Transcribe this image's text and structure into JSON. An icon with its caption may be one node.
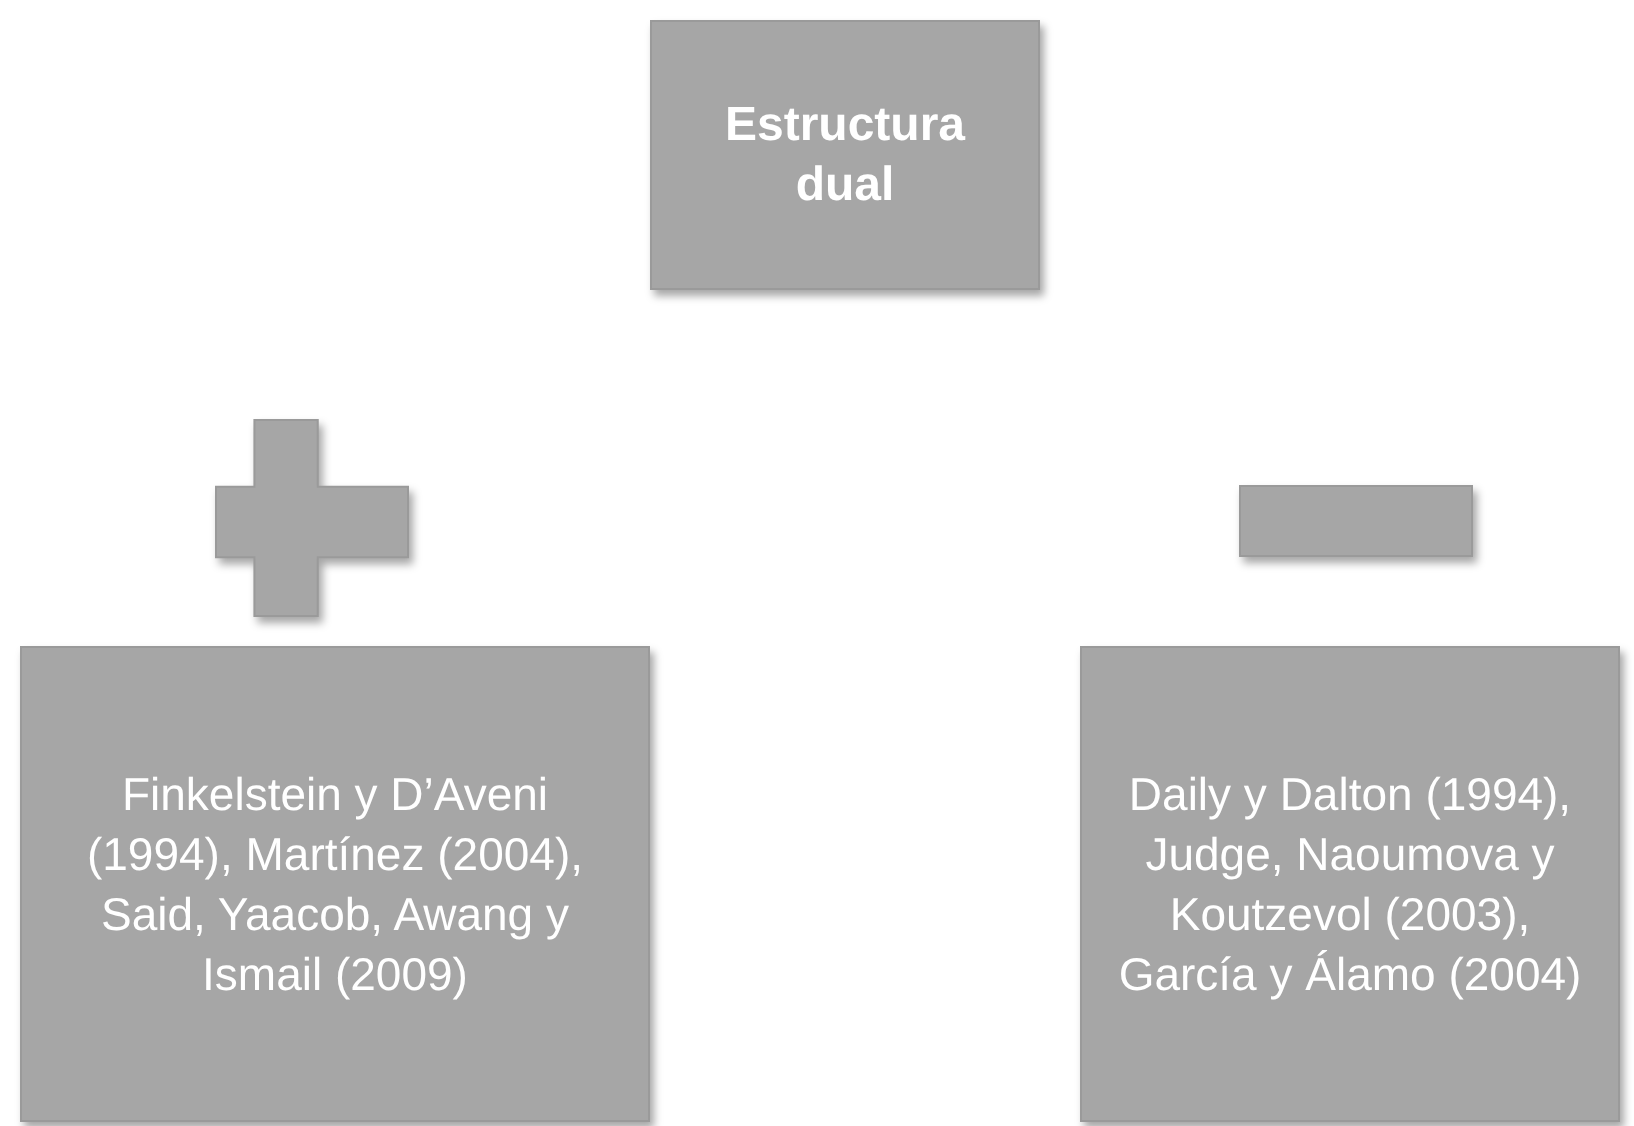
{
  "diagram": {
    "nodes": [
      {
        "text": [
          "Estructura dual"
        ]
      },
      {
        "text": [],
        "shape": "plus"
      },
      {
        "text": [],
        "shape": "minus"
      },
      {
        "text": [
          "Finkelstein y D’Aveni (1994), Martínez (2004), Said, Yaacob, Awang y Ismail (2009)"
        ]
      },
      {
        "text": [
          "Daily y Dalton (1994), Judge, Naoumova y Koutzevol (2003), García y Álamo (2004)"
        ]
      }
    ]
  }
}
